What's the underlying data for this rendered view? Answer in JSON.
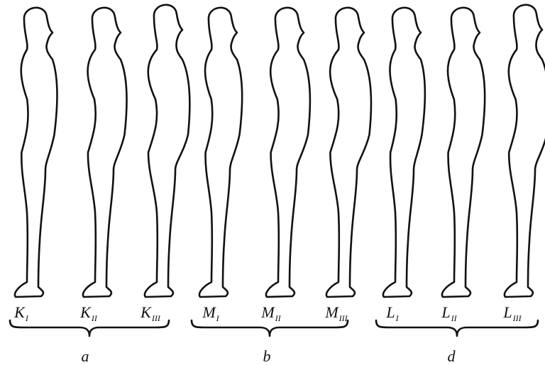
{
  "figures": [
    {
      "letter": "K",
      "sub": "I"
    },
    {
      "letter": "K",
      "sub": "II"
    },
    {
      "letter": "K",
      "sub": "III"
    },
    {
      "letter": "M",
      "sub": "I"
    },
    {
      "letter": "M",
      "sub": "II"
    },
    {
      "letter": "M",
      "sub": "III"
    },
    {
      "letter": "L",
      "sub": "I"
    },
    {
      "letter": "L",
      "sub": "II"
    },
    {
      "letter": "L",
      "sub": "III"
    }
  ],
  "groups": [
    {
      "label": "a"
    },
    {
      "label": "b"
    },
    {
      "label": "d"
    }
  ],
  "colors": {
    "line": "#111111",
    "background": "#ffffff"
  }
}
